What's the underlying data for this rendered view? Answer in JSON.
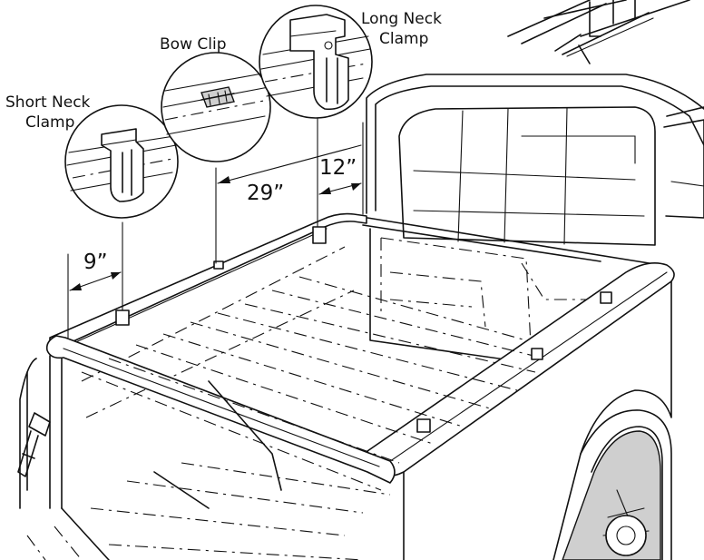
{
  "labels": {
    "long_neck_clamp_line1": "Long Neck",
    "long_neck_clamp_line2": "Clamp",
    "bow_clip": "Bow Clip",
    "short_neck_clamp_line1": "Short Neck",
    "short_neck_clamp_line2": "Clamp"
  },
  "dimensions": {
    "d_12": "12”",
    "d_29": "29”",
    "d_9": "9”"
  },
  "colors": {
    "line": "#111111",
    "background": "#ffffff",
    "shade": "#cfcfcf"
  }
}
